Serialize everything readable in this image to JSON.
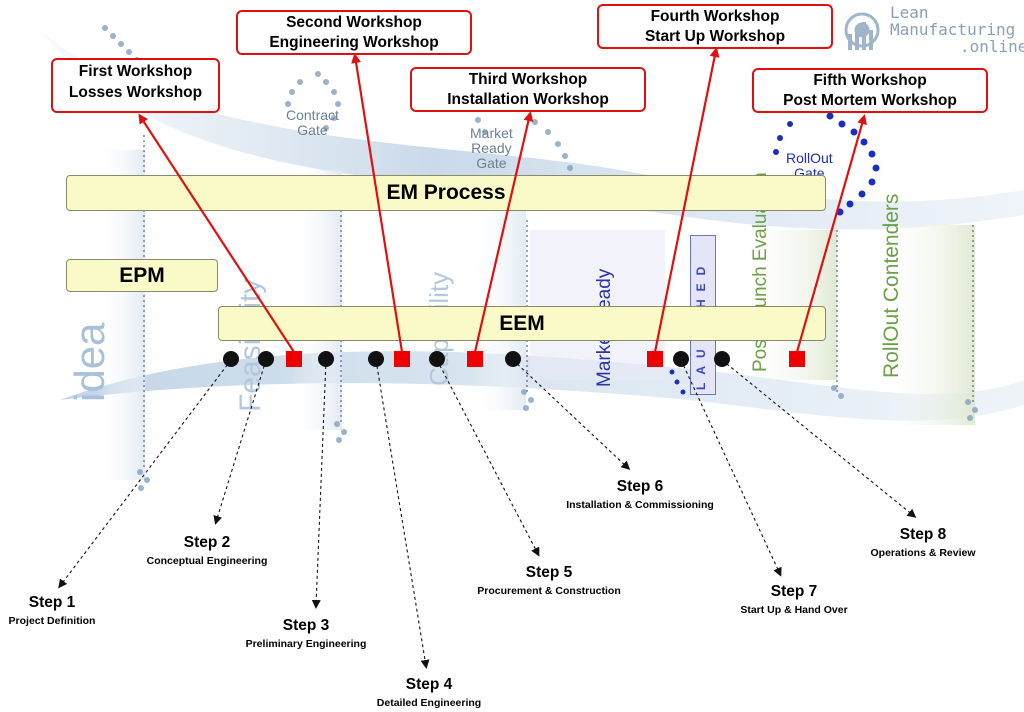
{
  "logo": {
    "line1": "Lean",
    "line2": "Manufacturing",
    "line3": ".online"
  },
  "gates": {
    "contract": "Contract\nGate",
    "market_ready": "Market\nReady\nGate",
    "rollout": "RollOut\nGate"
  },
  "phases": {
    "idea": "idea",
    "feasibility": "Feasibility",
    "capability": "Capability",
    "market_ready": "Market Ready",
    "launched": "LAUNCHED",
    "post_launch": "Post Launch Evaluation",
    "rollout_contenders": "RollOut Contenders"
  },
  "bars": {
    "em_process": "EM Process",
    "epm": "EPM",
    "eem": "EEM"
  },
  "workshops": [
    {
      "line1": "First Workshop",
      "line2": "Losses Workshop"
    },
    {
      "line1": "Second Workshop",
      "line2": "Engineering Workshop"
    },
    {
      "line1": "Third Workshop",
      "line2": "Installation Workshop"
    },
    {
      "line1": "Fourth Workshop",
      "line2": "Start Up Workshop"
    },
    {
      "line1": "Fifth Workshop",
      "line2": "Post Mortem Workshop"
    }
  ],
  "steps": [
    {
      "title": "Step 1",
      "desc": "Project Definition"
    },
    {
      "title": "Step 2",
      "desc": "Conceptual Engineering"
    },
    {
      "title": "Step 3",
      "desc": "Preliminary Engineering"
    },
    {
      "title": "Step 4",
      "desc": "Detailed Engineering"
    },
    {
      "title": "Step 5",
      "desc": "Procurement & Construction"
    },
    {
      "title": "Step 6",
      "desc": "Installation & Commissioning"
    },
    {
      "title": "Step 7",
      "desc": "Start Up & Hand Over"
    },
    {
      "title": "Step 8",
      "desc": "Operations & Review"
    }
  ],
  "colors": {
    "workshop_border": "#e01010",
    "workshop_marker": "#ee0000",
    "bar_fill": "#fafac8",
    "swoosh": "#c9d9ea",
    "gate_dots": "#8aa5c4",
    "rollout_dots": "#1a2fbf"
  }
}
